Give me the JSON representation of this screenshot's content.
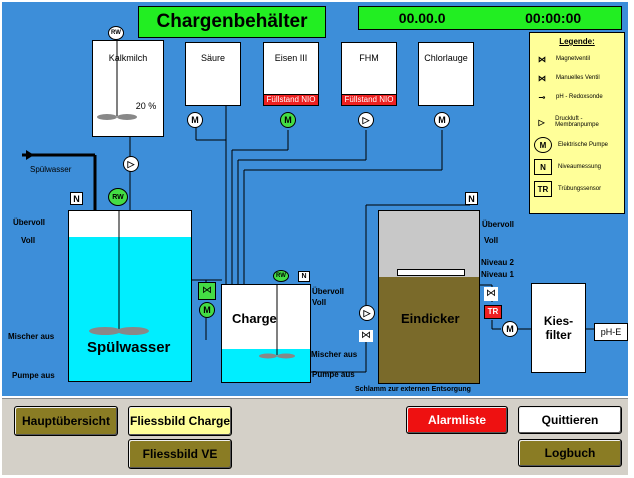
{
  "header": {
    "title": "Chargenbehälter",
    "counter": "00.00.0",
    "time": "00:00:00"
  },
  "supply_tanks": [
    {
      "name": "Kalkmilch",
      "rw": "RW",
      "percent": "20 %",
      "alarm": ""
    },
    {
      "name": "Säure",
      "alarm": ""
    },
    {
      "name": "Eisen III",
      "alarm": "Füllstand NIO"
    },
    {
      "name": "FHM",
      "alarm": "Füllstand NIO"
    },
    {
      "name": "Chlorlauge",
      "alarm": ""
    }
  ],
  "pump_label": "M",
  "rw_label": "RW",
  "n_label": "N",
  "tr_label": "TR",
  "spuelwasser_inlet": "Spülwasser",
  "spuelwasser_tank": {
    "name": "Spülwasser",
    "levels": [
      "Übervoll",
      "Voll",
      "Mischer aus",
      "Pumpe aus"
    ]
  },
  "charge_tank": {
    "name": "Charge",
    "levels": [
      "Übervoll",
      "Voll",
      "Mischer aus",
      "Pumpe aus"
    ]
  },
  "eindicker_tank": {
    "name": "Eindicker",
    "levels": [
      "Übervoll",
      "Voll",
      "Niveau 2",
      "Niveau 1"
    ]
  },
  "schlamm_label": "Schlamm zur externen Entsorgung",
  "kiesfilter": "Kies-\nfilter",
  "ph_box": "pH-E",
  "legend": {
    "title": "Legende:",
    "items": [
      {
        "icon": "magnetventil-icon",
        "text": "Magnetventil"
      },
      {
        "icon": "manual-valve-icon",
        "text": "Manuelles Ventil"
      },
      {
        "icon": "ph-probe-icon",
        "text": "pH - Redoxsonde"
      },
      {
        "icon": "membrane-pump-icon",
        "text": "Druckluft - Membranpumpe"
      },
      {
        "icon": "electric-pump-icon",
        "text": "Elektrische Pumpe"
      },
      {
        "icon": "level-measure-icon",
        "text": "Niveaumessung"
      },
      {
        "icon": "turbidity-sensor-icon",
        "text": "Trübungssensor"
      }
    ]
  },
  "buttons": {
    "hauptuebersicht": "Hauptübersicht",
    "fliessbild_charge": "Fliessbild Charge",
    "fliessbild_ve": "Fliessbild VE",
    "alarmliste": "Alarmliste",
    "quittieren": "Quittieren",
    "logbuch": "Logbuch"
  },
  "colors": {
    "panel": "#3d8ed9",
    "water": "#00eeff",
    "sludge": "#7a6a2a",
    "status_green": "#22ee22",
    "alarm_red": "#ee2020",
    "legend_bg": "#ffff99"
  }
}
